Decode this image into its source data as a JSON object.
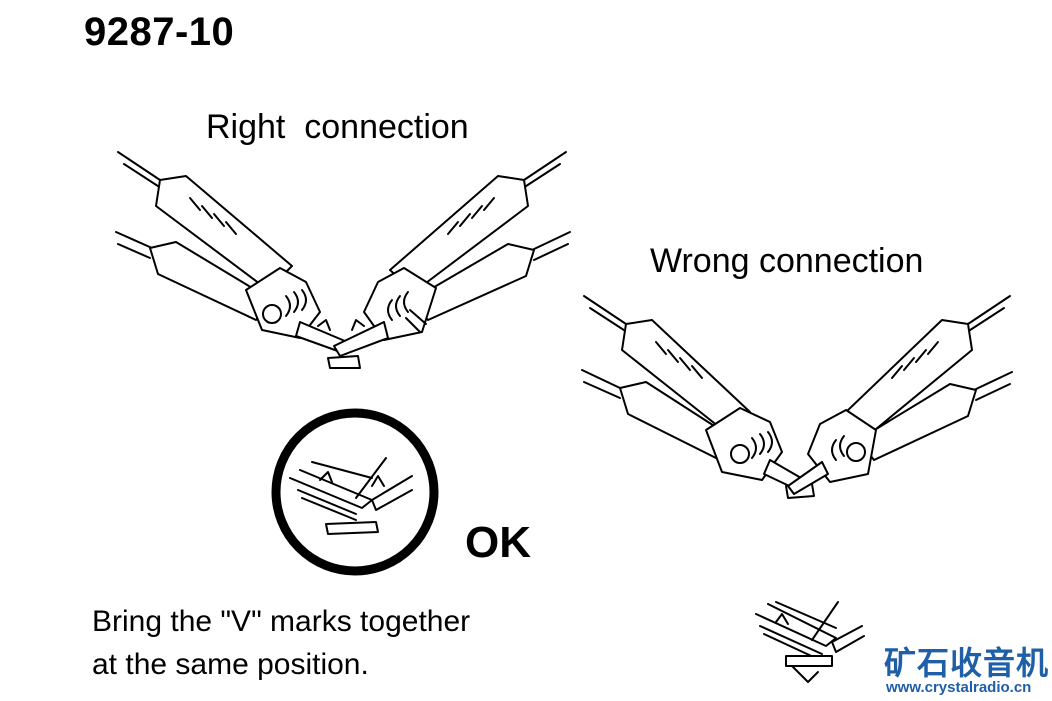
{
  "title": "9287-10",
  "right_label": "Right  connection",
  "wrong_label": "Wrong connection",
  "ok_label": "OK",
  "note": {
    "line1": "Bring the \"V\" marks together",
    "line2": "at the same position."
  },
  "watermark": {
    "cn": "矿石收音机",
    "url": "www.crystalradio.cn",
    "color": "#1f5fa8"
  }
}
